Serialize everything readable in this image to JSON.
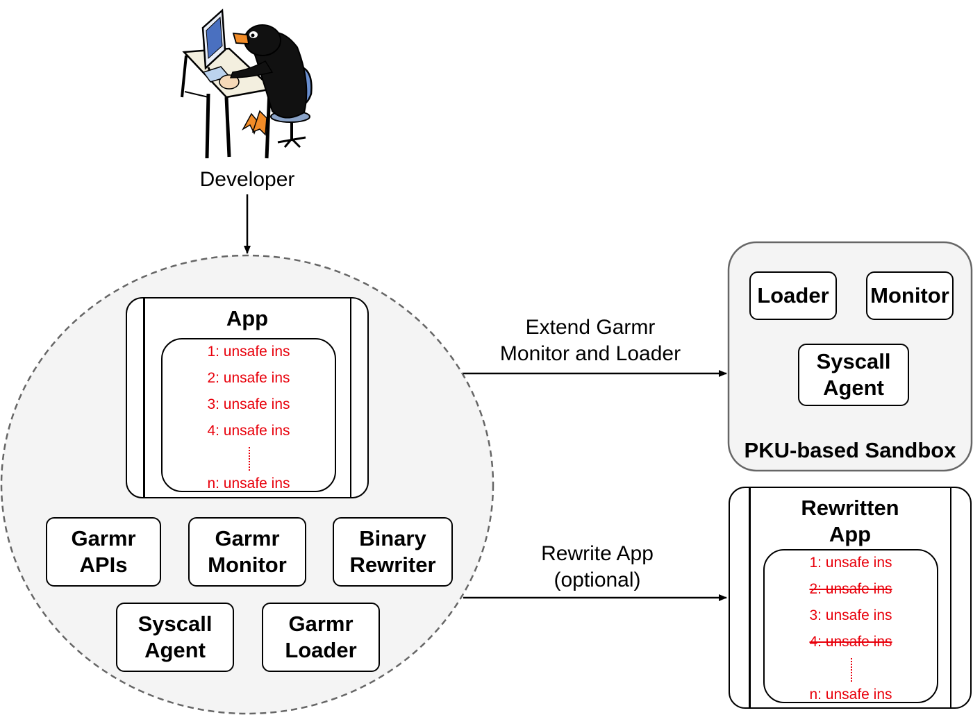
{
  "developer": {
    "label": "Developer",
    "illustration": "penguin-at-computer-icon"
  },
  "garmr": {
    "app": {
      "title": "App",
      "instructions": [
        "1: unsafe ins",
        "2: unsafe ins",
        "3: unsafe ins",
        "4: unsafe ins",
        "n: unsafe ins"
      ]
    },
    "components": {
      "apis": "Garmr\nAPIs",
      "monitor": "Garmr\nMonitor",
      "rewriter": "Binary\nRewriter",
      "syscall_agent": "Syscall\nAgent",
      "loader": "Garmr\nLoader"
    }
  },
  "edges": {
    "extend": "Extend Garmr\nMonitor and Loader",
    "rewrite": "Rewrite App\n(optional)"
  },
  "sandbox": {
    "title": "PKU-based Sandbox",
    "loader": "Loader",
    "monitor": "Monitor",
    "syscall_agent": "Syscall\nAgent"
  },
  "rewritten_app": {
    "title": "Rewritten\nApp",
    "instructions": [
      {
        "text": "1: unsafe ins",
        "removed": false
      },
      {
        "text": "2: unsafe ins",
        "removed": true
      },
      {
        "text": "3: unsafe ins",
        "removed": false
      },
      {
        "text": "4: unsafe ins",
        "removed": true
      },
      {
        "text": "n: unsafe ins",
        "removed": false
      }
    ]
  },
  "colors": {
    "unsafe": "#e8000b",
    "panel": "#f4f4f4",
    "panel_border": "#666666"
  }
}
